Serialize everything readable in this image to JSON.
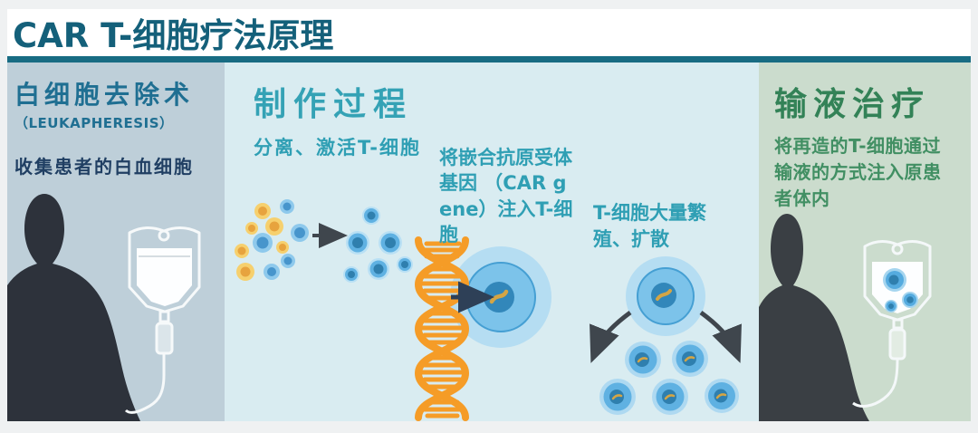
{
  "title": "CAR T-细胞疗法原理",
  "panels": {
    "leukapheresis": {
      "heading": "白细胞去除术",
      "subheading": "（LEUKAPHERESIS）",
      "description": "收集患者的白血细胞"
    },
    "production": {
      "heading": "制作过程",
      "steps": {
        "separate": "分离、激活T-细胞",
        "insert_gene": "将嵌合抗原受体基因 （CAR gene）注入T-细胞",
        "expand": "T-细胞大量繁殖、扩散"
      }
    },
    "infusion": {
      "heading": "输液治疗",
      "description": "将再造的T-细胞通过输液的方式注入原患者体内"
    }
  },
  "colors": {
    "title_teal": "#14607a",
    "divider_teal": "#186c83",
    "leukapheresis_panel_bg": "#becfd9",
    "production_panel_bg": "#d9ecf1",
    "infusion_panel_bg": "#cbdccd",
    "leukapheresis_heading": "#1f6f92",
    "leukapheresis_text_navy": "#203f63",
    "production_text_teal": "#2f9fb4",
    "infusion_text_green": "#3c8c60",
    "cell_blue": "#5aaede",
    "cell_nucleus_blue": "#2f7fae",
    "cell_yellow": "#f6d06e",
    "cell_yellow_core": "#e7a33e",
    "dna_orange": "#f59c27",
    "arrow_dark": "#3f464d",
    "silhouette_dark": "#2d323b"
  },
  "icons": {
    "left_panel": [
      "patient-silhouette",
      "iv-bag-icon"
    ],
    "middle_panel": [
      "mixed-cell-cluster",
      "arrow-icon",
      "t-cell-cluster",
      "dna-helix-icon",
      "car-t-cell",
      "gene-insertion-arrow-icon",
      "division-arrows",
      "daughter-cells"
    ],
    "right_panel": [
      "patient-silhouette",
      "infusion-bag-icon"
    ]
  }
}
